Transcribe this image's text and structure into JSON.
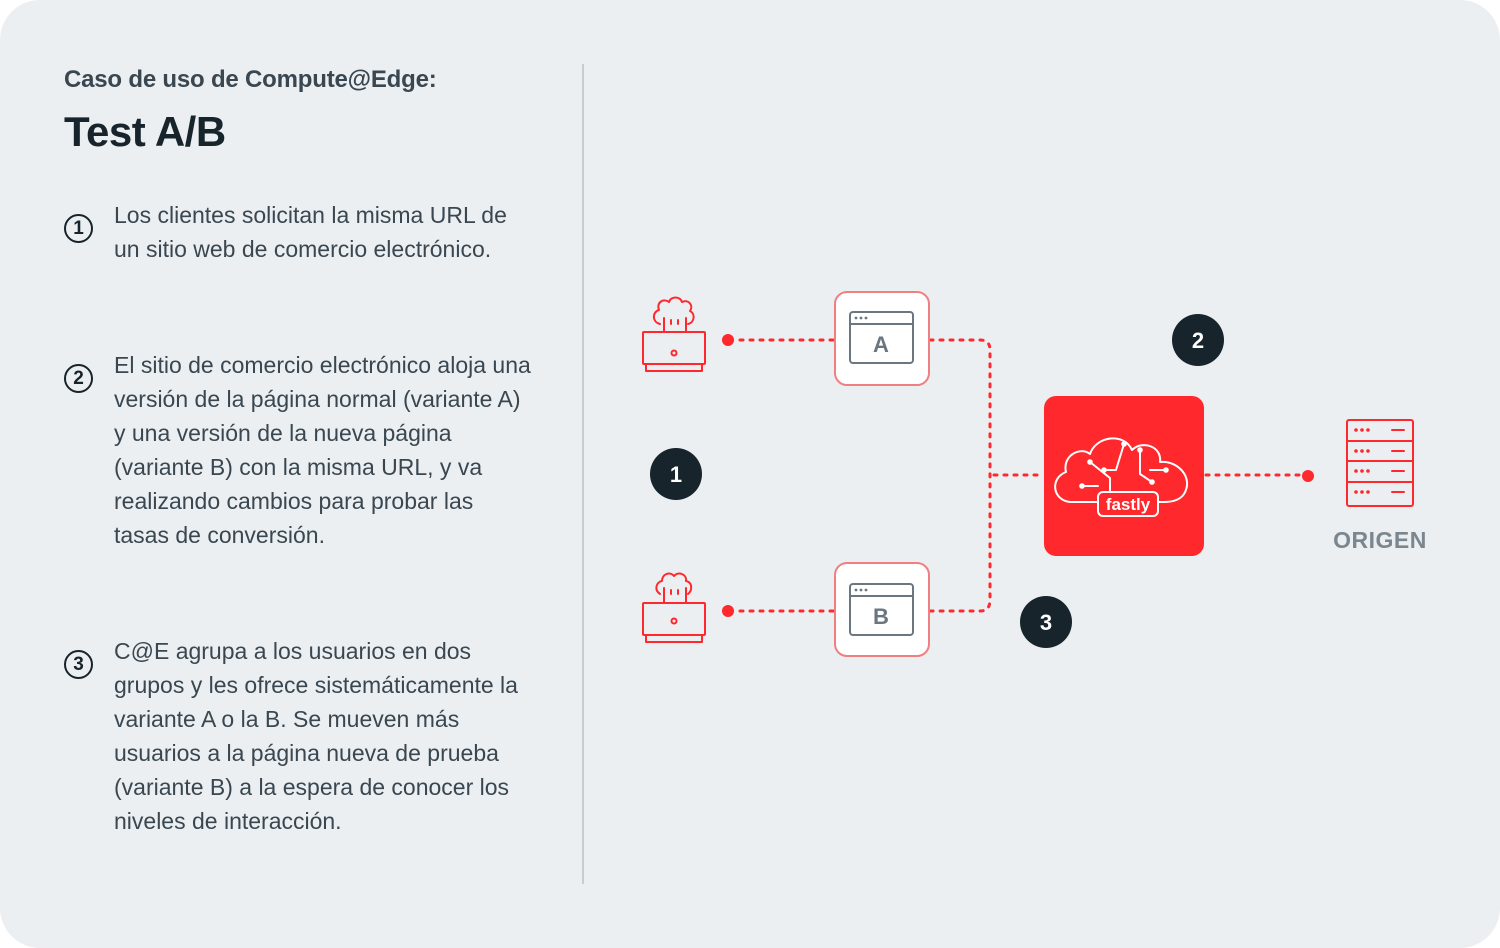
{
  "header": {
    "subtitle": "Caso de uso de Compute@Edge:",
    "title": "Test A/B"
  },
  "steps": [
    {
      "num": "1",
      "text": "Los clientes solicitan la misma URL de un sitio web de comercio electrónico."
    },
    {
      "num": "2",
      "text": "El sitio de comercio electrónico aloja una versión de la página normal (variante A) y una versión de la nueva página (variante B) con la misma URL, y va realizando cambios para probar las tasas de conversión."
    },
    {
      "num": "3",
      "text": "C@E agrupa a los usuarios en dos grupos y les ofrece sistemáticamente la variante A o la B. Se mueven más usuarios a la página nueva de prueba (variante B) a la espera de conocer los niveles de interacción."
    }
  ],
  "diagram": {
    "badges": [
      "1",
      "2",
      "3"
    ],
    "variant_a": "A",
    "variant_b": "B",
    "edge_logo": "fastly",
    "origin_label": "ORIGEN"
  },
  "colors": {
    "accent_red": "#ff282d",
    "dark_navy": "#17242b",
    "background": "#ebeff2",
    "text_gray": "#3a4750",
    "label_gray": "#7b868e"
  },
  "icons": [
    "user-laptop-icon",
    "browser-window-icon",
    "fastly-cloud-icon",
    "server-rack-icon"
  ]
}
